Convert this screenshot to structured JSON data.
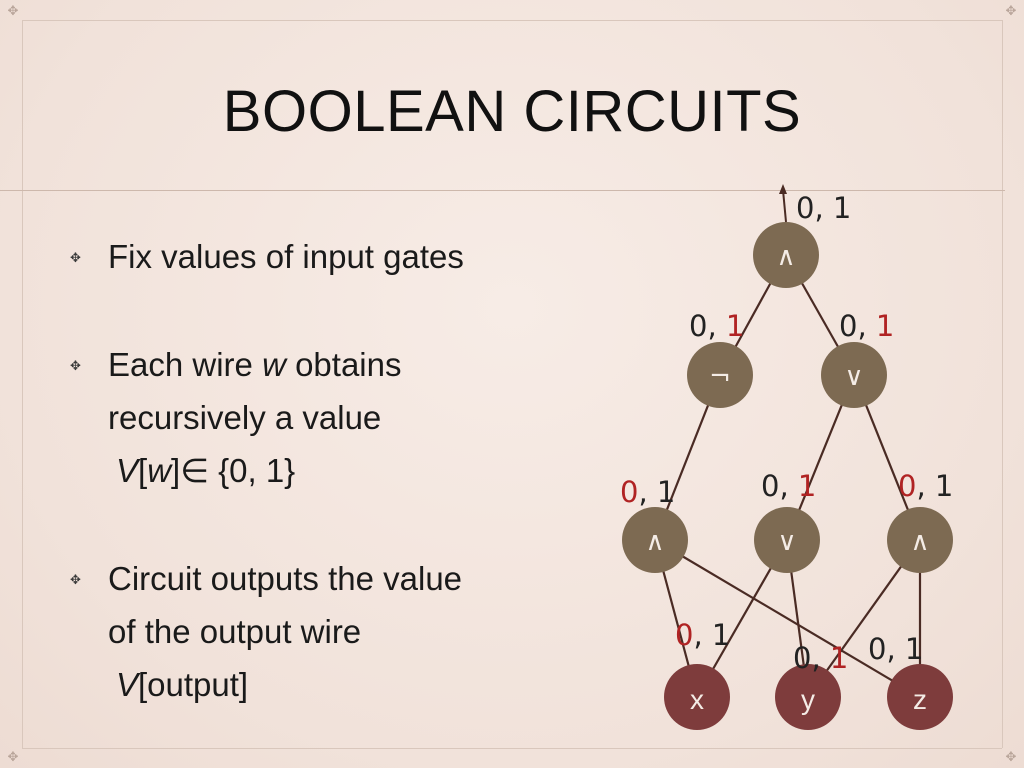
{
  "title": "BOOLEAN CIRCUITS",
  "bullets": [
    {
      "lines": [
        [
          "Fix values of input gates"
        ]
      ]
    },
    {
      "lines": [
        [
          "Each wire ",
          "w",
          " obtains"
        ],
        [
          "recursively a value"
        ],
        [
          "V",
          "[",
          "w",
          "]∈ {0,  1}"
        ]
      ]
    },
    {
      "lines": [
        [
          "Circuit outputs the value"
        ],
        [
          "of the output wire"
        ],
        [
          "V",
          "[output]"
        ]
      ]
    }
  ],
  "icons": {
    "bullet": "diamond-arrows-icon",
    "corner": "flourish-corner-icon"
  },
  "colors": {
    "gate": "#7d6a52",
    "input": "#7e3c3c",
    "wire": "#4a2b24",
    "red_text": "#b02323",
    "text": "#1a1a1a"
  },
  "diagram": {
    "gates": [
      {
        "id": "g_out",
        "symbol": "∧",
        "kind": "gate"
      },
      {
        "id": "g_not",
        "symbol": "¬",
        "kind": "gate"
      },
      {
        "id": "g_or_top",
        "symbol": "∨",
        "kind": "gate"
      },
      {
        "id": "g_and_left",
        "symbol": "∧",
        "kind": "gate"
      },
      {
        "id": "g_or_mid",
        "symbol": "∨",
        "kind": "gate"
      },
      {
        "id": "g_and_right",
        "symbol": "∧",
        "kind": "gate"
      },
      {
        "id": "in_x",
        "symbol": "x",
        "kind": "input"
      },
      {
        "id": "in_y",
        "symbol": "y",
        "kind": "input"
      },
      {
        "id": "in_z",
        "symbol": "z",
        "kind": "input"
      }
    ],
    "wires": [
      [
        "g_not",
        "g_out"
      ],
      [
        "g_or_top",
        "g_out"
      ],
      [
        "g_and_left",
        "g_not"
      ],
      [
        "g_or_mid",
        "g_or_top"
      ],
      [
        "g_and_right",
        "g_or_top"
      ],
      [
        "in_x",
        "g_and_left"
      ],
      [
        "in_z",
        "g_and_left"
      ],
      [
        "in_x",
        "g_or_mid"
      ],
      [
        "in_y",
        "g_or_mid"
      ],
      [
        "in_y",
        "g_and_right"
      ],
      [
        "in_z",
        "g_and_right"
      ]
    ],
    "labels": [
      {
        "id": "lbl_out",
        "zero": "0",
        "one": "1",
        "red": "none"
      },
      {
        "id": "lbl_not",
        "zero": "0",
        "one": "1",
        "red": "one"
      },
      {
        "id": "lbl_or_top",
        "zero": "0",
        "one": "1",
        "red": "one"
      },
      {
        "id": "lbl_and_left",
        "zero": "0",
        "one": "1",
        "red": "zero"
      },
      {
        "id": "lbl_or_mid",
        "zero": "0",
        "one": "1",
        "red": "one"
      },
      {
        "id": "lbl_and_right",
        "zero": "0",
        "one": "1",
        "red": "zero"
      },
      {
        "id": "lbl_x",
        "zero": "0",
        "one": "1",
        "red": "zero"
      },
      {
        "id": "lbl_y",
        "zero": "0",
        "one": "1",
        "red": "one"
      },
      {
        "id": "lbl_z",
        "zero": "0",
        "one": "1",
        "red": "none"
      }
    ]
  }
}
